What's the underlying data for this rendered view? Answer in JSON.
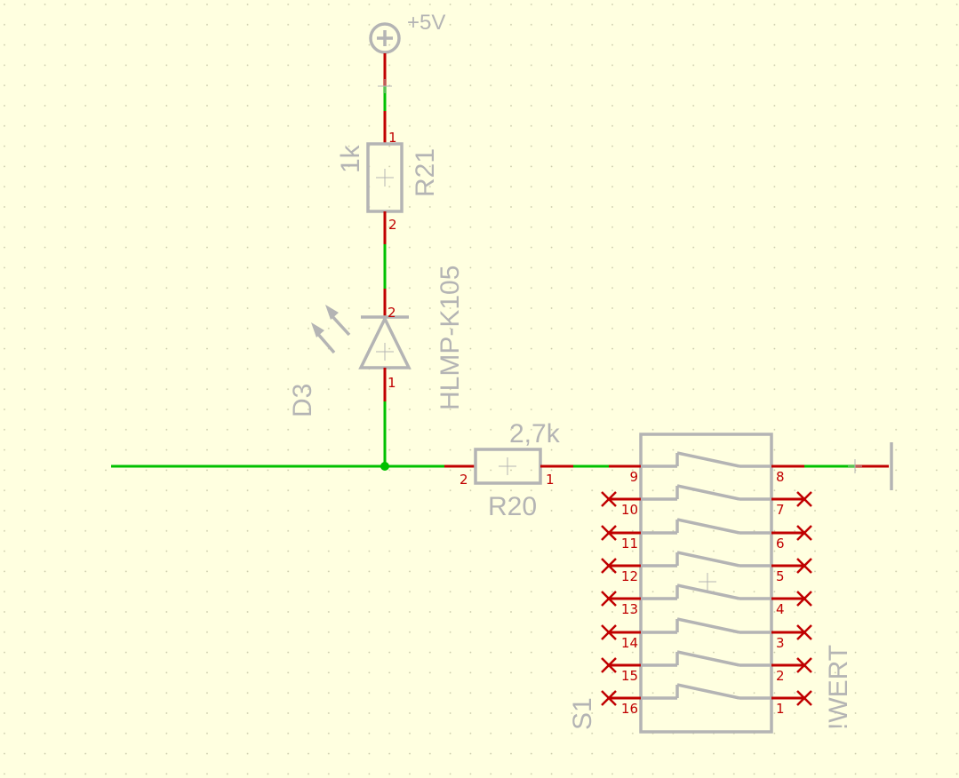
{
  "supply": {
    "label": "+5V"
  },
  "r21": {
    "name": "R21",
    "value": "1k",
    "pin1": "1",
    "pin2": "2"
  },
  "d3": {
    "name": "D3",
    "value": "HLMP-K105",
    "pin1": "1",
    "pin2": "2"
  },
  "r20": {
    "name": "R20",
    "value": "2,7k",
    "pin1": "1",
    "pin2": "2"
  },
  "s1": {
    "name": "S1",
    "value": "!WERT",
    "left_pins": [
      "9",
      "10",
      "11",
      "12",
      "13",
      "14",
      "15",
      "16"
    ],
    "right_pins": [
      "8",
      "7",
      "6",
      "5",
      "4",
      "3",
      "2",
      "1"
    ]
  },
  "colors": {
    "background": "#ffffe0",
    "net": "#00c000",
    "pin": "#c00000",
    "symbol": "#b4b4b4"
  }
}
